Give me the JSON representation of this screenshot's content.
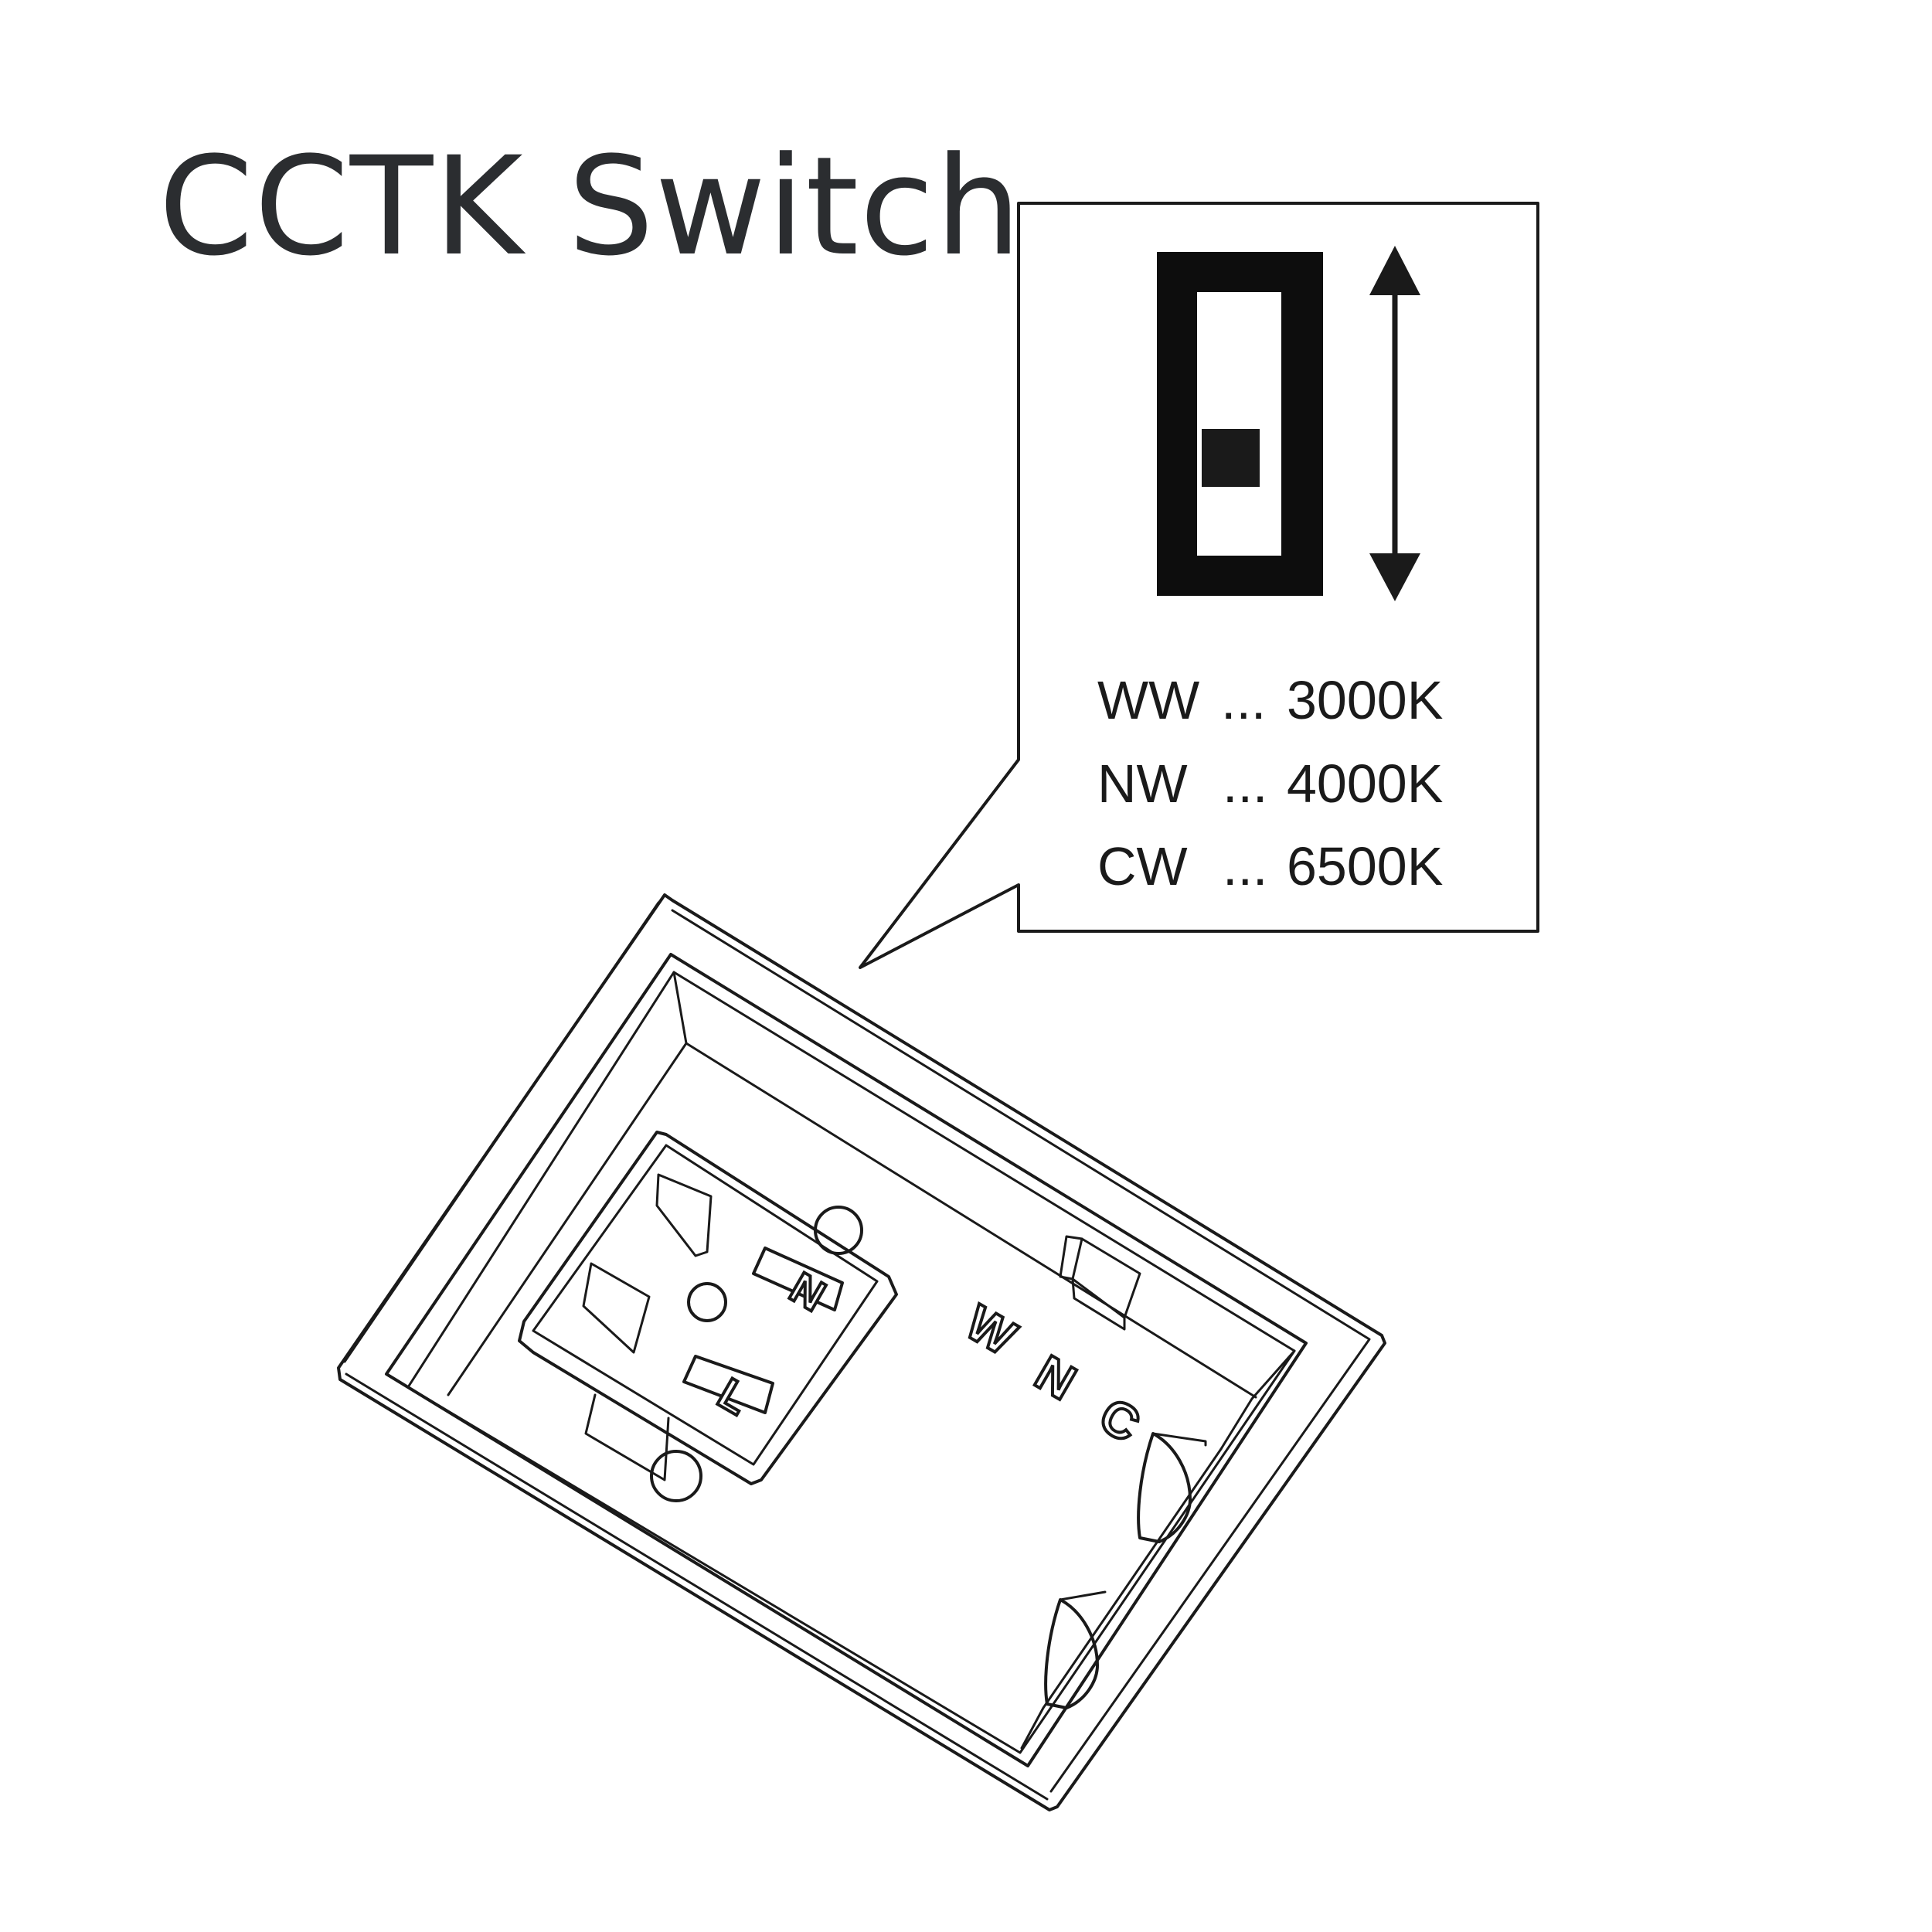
{
  "title": "CCTK Switch",
  "callout": {
    "legend": [
      {
        "code": "WW",
        "separator": "...",
        "value": "3000K"
      },
      {
        "code": "NW",
        "separator": "...",
        "value": "4000K"
      },
      {
        "code": "CW",
        "separator": "...",
        "value": "6500K"
      }
    ]
  },
  "device": {
    "terminal_labels": [
      "N",
      "L"
    ],
    "selector_labels": [
      "W",
      "N",
      "C"
    ]
  },
  "icons": [
    "slide-switch-icon",
    "double-arrow-icon"
  ]
}
